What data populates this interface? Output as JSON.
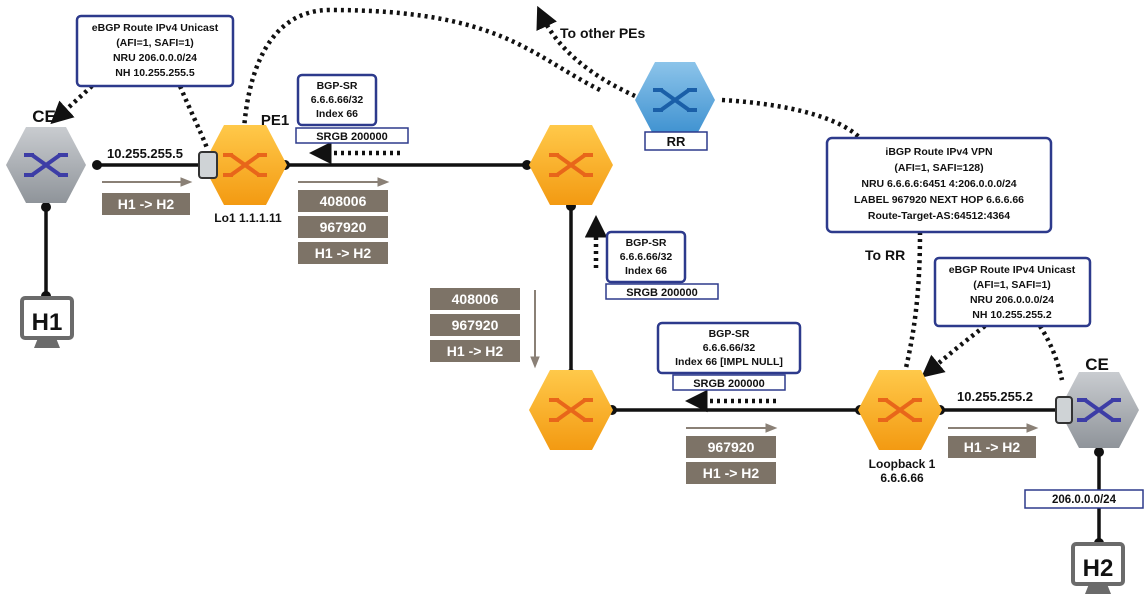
{
  "colors": {
    "router_orange": "#f7a81b",
    "router_gray": "#a9adb3",
    "router_blue": "#5aa6dd",
    "arrow_purple": "#3d3da6",
    "box_border": "#2d3a8c",
    "label_bg": "#7d7367",
    "line": "#111111"
  },
  "routers": {
    "ce_left": "CE",
    "pe1": "PE1",
    "rr": "RR",
    "ce_right": "CE"
  },
  "hosts": {
    "h1": "H1",
    "h2": "H2"
  },
  "labels": {
    "ip_left": "10.255.255.5",
    "ip_right": "10.255.255.2",
    "lo1": "Lo1 1.1.1.11",
    "loopback_line1": "Loopback 1",
    "loopback_line2": "6.6.6.66",
    "to_other_pes": "To other PEs",
    "to_rr": "To RR",
    "prefix_h2": "206.0.0.0/24"
  },
  "ebgp_left": {
    "line1": "eBGP Route IPv4 Unicast",
    "line2": "(AFI=1, SAFI=1)",
    "line3": "NRU 206.0.0.0/24",
    "line4": "NH 10.255.255.5"
  },
  "ebgp_right": {
    "line1": "eBGP Route IPv4 Unicast",
    "line2": "(AFI=1, SAFI=1)",
    "line3": "NRU 206.0.0.0/24",
    "line4": "NH 10.255.255.2"
  },
  "ibgp_box": {
    "line1": "iBGP Route IPv4 VPN",
    "line2": "(AFI=1, SAFI=128)",
    "line3": "NRU 6.6.6.6:6451  4:206.0.0.0/24",
    "line4": "LABEL 967920   NEXT HOP 6.6.6.66",
    "line5": "Route-Target-AS:64512:4364"
  },
  "bgpsr_top": {
    "line1": "BGP-SR",
    "line2": "6.6.6.66/32",
    "line3": "Index 66",
    "srgb": "SRGB 200000"
  },
  "bgpsr_mid": {
    "line1": "BGP-SR",
    "line2": "6.6.6.66/32",
    "line3": "Index 66",
    "srgb": "SRGB 200000"
  },
  "bgpsr_bottom": {
    "line1": "BGP-SR",
    "line2": "6.6.6.66/32",
    "line3": "Index 66 [IMPL NULL]",
    "srgb": "SRGB 200000"
  },
  "stack_ce_pe1": [
    "H1 -> H2"
  ],
  "stack_top": [
    "408006",
    "967920",
    "H1 -> H2"
  ],
  "stack_left": [
    "408006",
    "967920",
    "H1 -> H2"
  ],
  "stack_bottom": [
    "967920",
    "H1 -> H2"
  ],
  "stack_right": [
    "H1 -> H2"
  ]
}
